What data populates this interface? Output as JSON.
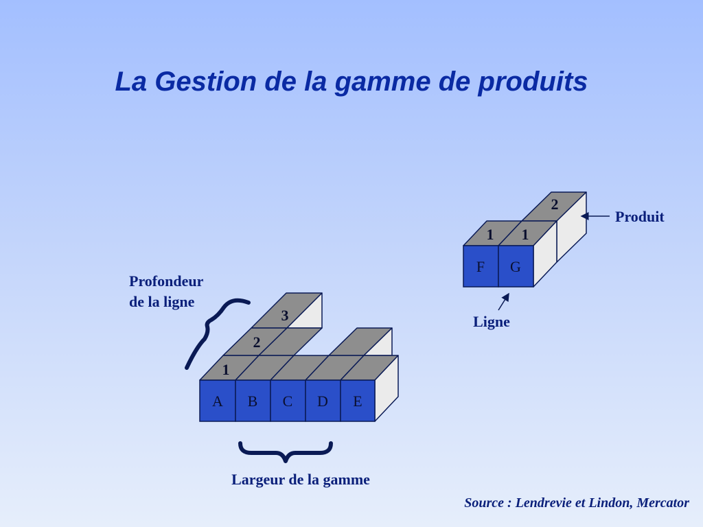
{
  "title": "La Gestion de la gamme de produits",
  "source": "Source : Lendrevie et Lindon, Mercator",
  "colors": {
    "front": "#2a4fc9",
    "top": "#8e8e8e",
    "side": "#ebebeb",
    "edge": "#0a1a55",
    "text": "#0a1f7a",
    "brace": "#0a1a55"
  },
  "left_group": {
    "lines": [
      "A",
      "B",
      "C",
      "D",
      "E"
    ],
    "depth_labels": [
      "1",
      "2",
      "3"
    ],
    "label_depth": [
      "Profondeur",
      "de la ligne"
    ],
    "label_width": "Largeur de la gamme"
  },
  "right_group": {
    "lines": [
      "F",
      "G"
    ],
    "depth_labels": [
      "1",
      "1",
      "2"
    ],
    "label_product": "Produit",
    "label_line": "Ligne"
  }
}
